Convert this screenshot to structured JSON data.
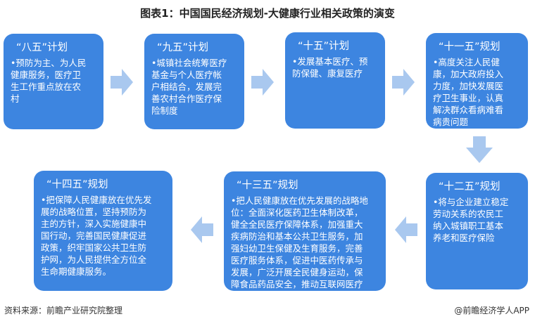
{
  "title": "图表1：中国国民经济规划-大健康行业相关政策的演变",
  "boxes": [
    {
      "heading": "“八五”计划",
      "lines": [
        "•预防为主、为人民",
        "健康服务，医疗卫",
        "生工作重点放在农",
        "村"
      ]
    },
    {
      "heading": "“九五”计划",
      "lines": [
        "•城镇社会统筹医疗",
        "基金与个人医疗帐",
        "户相结合，发展完",
        "善农村合作医疗保",
        "险制度"
      ]
    },
    {
      "heading": "“十五”计划",
      "lines": [
        "•发展基本医疗、预",
        "防保健、康复医疗"
      ]
    },
    {
      "heading": "“十一五”规划",
      "lines": [
        "•高度关注人民健",
        "康，加大政府投入",
        "力度，加快发展医",
        "疗卫生事业，认真",
        "解决群众看病难看",
        "病贵问题"
      ]
    },
    {
      "heading": "“十二五”规划",
      "lines": [
        "•将与企业建立稳定",
        "劳动关系的农民工",
        "纳入城镇职工基本",
        "养老和医疗保险"
      ]
    },
    {
      "heading": "“十三五”规划",
      "lines": [
        "•把人民健康放在优先发展的战略地",
        "位：全面深化医药卫生体制改革，",
        "健全全民医疗保障体系，加强重大",
        "疾病防治和基本公共卫生服务，加",
        "强妇幼卫生保健及生育服务，完善",
        "医疗服务体系，促进中医药传承与",
        "发展，广泛开展全民健身运动，保",
        "障食品药品安全，推动互联网医疗"
      ]
    },
    {
      "heading": "“十四五”规划",
      "lines": [
        "•把保障人民健康放在优先发",
        "展的战略位置，坚持预防为",
        "主的方针，深入实施健康中",
        "国行动，完善国民健康促进",
        "政策，织牢国家公共卫生防",
        "护网，为人民提供全方位全",
        "生命期健康服务。"
      ]
    }
  ],
  "footer": {
    "source": "资料来源：前瞻产业研究院整理",
    "brand": "@前瞻经济学人APP"
  },
  "colors": {
    "box": "#3d85e0",
    "arrow": "#a9c8ef"
  }
}
